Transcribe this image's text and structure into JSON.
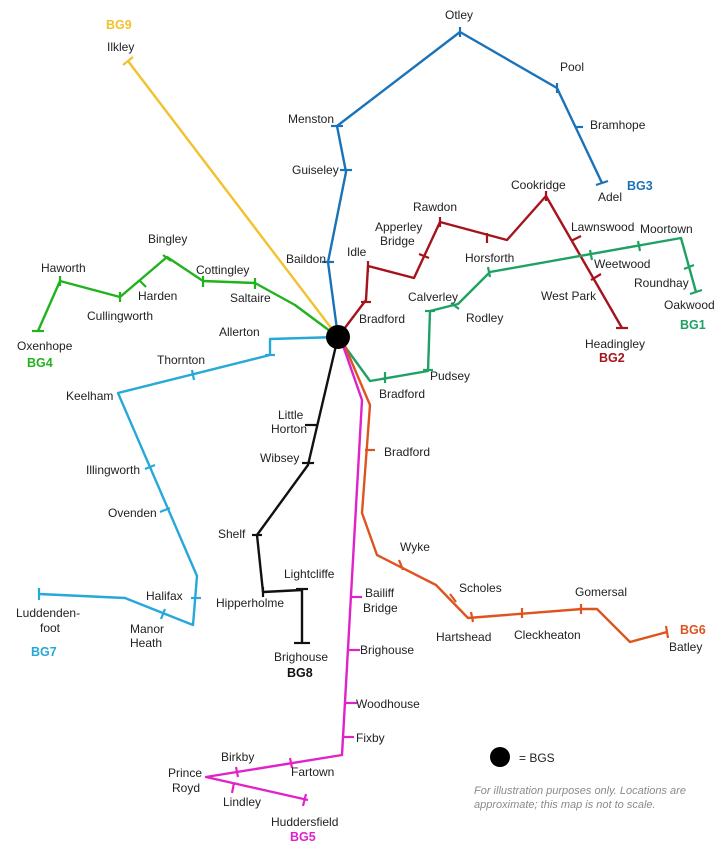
{
  "legend": {
    "label": "= BGS"
  },
  "note": {
    "line1": "For illustration purposes only. Locations are",
    "line2": "approximate; this map is not to scale."
  },
  "routes": [
    {
      "id": "BG9",
      "name": "BG9",
      "color": "#f2c12e",
      "stops": [
        "Ilkley"
      ]
    },
    {
      "id": "BG3",
      "name": "BG3",
      "color": "#1a73b8",
      "stops": [
        "Baildon",
        "Guiseley",
        "Menston",
        "Otley",
        "Pool",
        "Bramhope",
        "Adel"
      ]
    },
    {
      "id": "BG2",
      "name": "BG2",
      "color": "#a5141c",
      "stops": [
        "Bradford",
        "Idle",
        "Apperley Bridge",
        "Rawdon",
        "Cookridge",
        "Lawnswood",
        "West Park",
        "Headingley"
      ]
    },
    {
      "id": "BG1",
      "name": "BG1",
      "color": "#1fa163",
      "stops": [
        "Bradford",
        "Pudsey",
        "Calverley",
        "Rodley",
        "Horsforth",
        "Weetwood",
        "Moortown",
        "Roundhay",
        "Oakwood"
      ]
    },
    {
      "id": "BG4",
      "name": "BG4",
      "color": "#21b21e",
      "stops": [
        "Saltaire",
        "Cottingley",
        "Bingley",
        "Harden",
        "Cullingworth",
        "Haworth",
        "Oxenhope"
      ]
    },
    {
      "id": "BG7",
      "name": "BG7",
      "color": "#26a8d8",
      "stops": [
        "Allerton",
        "Thornton",
        "Keelham",
        "Illingworth",
        "Ovenden",
        "Halifax",
        "Manor Heath",
        "Luddenden-foot"
      ]
    },
    {
      "id": "BG8",
      "name": "BG8",
      "color": "#111111",
      "stops": [
        "Little Horton",
        "Wibsey",
        "Shelf",
        "Hipperholme",
        "Lightcliffe",
        "Brighouse"
      ]
    },
    {
      "id": "BG6",
      "name": "BG6",
      "color": "#de5420",
      "stops": [
        "Bradford",
        "Wyke",
        "Scholes",
        "Hartshead",
        "Cleckheaton",
        "Gomersal",
        "Batley"
      ]
    },
    {
      "id": "BG5",
      "name": "BG5",
      "color": "#e023c8",
      "stops": [
        "Bailiff Bridge",
        "Brighouse",
        "Woodhouse",
        "Fixby",
        "Fartown",
        "Birkby",
        "Prince Royd",
        "Lindley",
        "Huddersfield"
      ]
    }
  ]
}
